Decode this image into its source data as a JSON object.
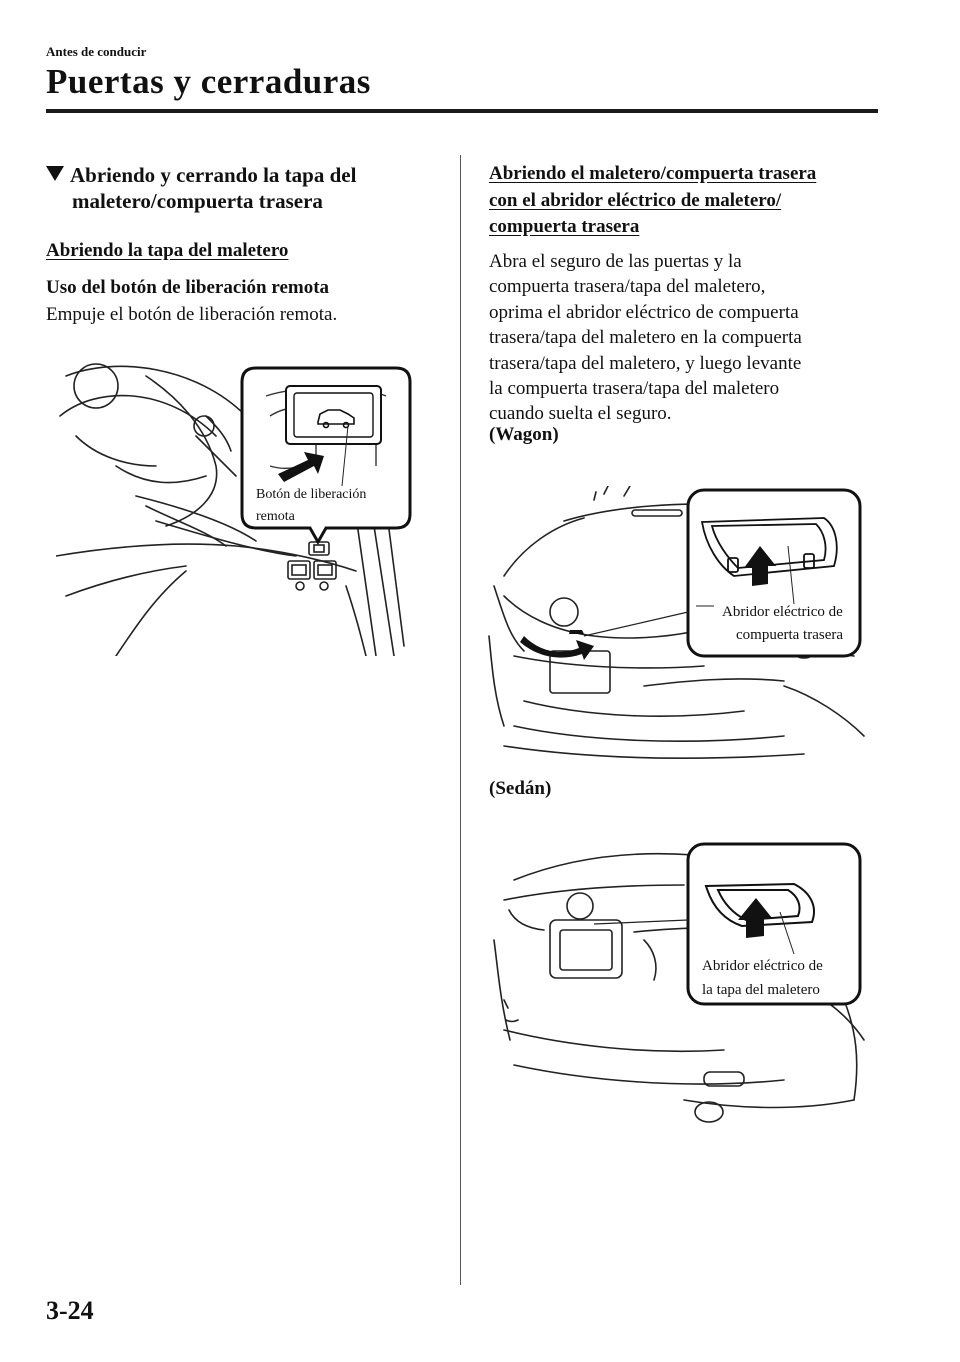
{
  "header": {
    "chapter": "Antes de conducir",
    "title": "Puertas y cerraduras"
  },
  "left": {
    "section_title_line1": "Abriendo y cerrando la tapa del",
    "section_title_line2": "maletero/compuerta trasera",
    "subheading": "Abriendo la tapa del maletero",
    "bold_heading": "Uso del botón de liberación remota",
    "paragraph": "Empuje el botón de liberación remota.",
    "figure_label_line1": "Botón de liberación",
    "figure_label_line2": "remota"
  },
  "right": {
    "subheading_lines": [
      "Abriendo el maletero/compuerta trasera",
      "con el abridor eléctrico de maletero/",
      "compuerta trasera"
    ],
    "paragraph_lines": [
      "Abra el seguro de las puertas y la",
      "compuerta trasera/tapa del maletero,",
      "oprima el abridor eléctrico de compuerta",
      "trasera/tapa del maletero en la compuerta",
      "trasera/tapa del maletero, y luego levante",
      "la compuerta trasera/tapa del maletero",
      "cuando suelta el seguro."
    ],
    "wagon_caption": "(Wagon)",
    "wagon_label_line1": "Abridor eléctrico de",
    "wagon_label_line2": "compuerta trasera",
    "sedan_caption": "(Sedán)",
    "sedan_label_line1": "Abridor eléctrico de",
    "sedan_label_line2": "la tapa del maletero"
  },
  "footer": {
    "page_number": "3-24"
  }
}
